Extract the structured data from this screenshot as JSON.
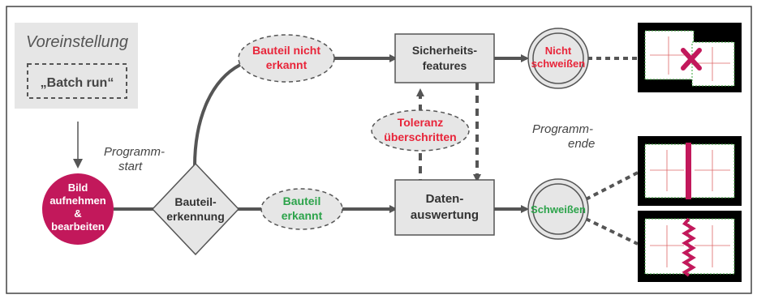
{
  "preset": {
    "title": "Voreinstellung",
    "batch_label": "„Batch run“"
  },
  "start_node": {
    "lines": [
      "Bild",
      "aufnehmen",
      "&",
      "bearbeiten"
    ]
  },
  "program_start": {
    "lines": [
      "Programm-",
      "start"
    ]
  },
  "recognition": {
    "lines": [
      "Bauteil-",
      "erkennung"
    ]
  },
  "not_recognized": {
    "lines": [
      "Bauteil nicht",
      "erkannt"
    ]
  },
  "recognized": {
    "lines": [
      "Bauteil",
      "erkannt"
    ]
  },
  "tolerance": {
    "lines": [
      "Toleranz",
      "überschritten"
    ]
  },
  "safety": {
    "lines": [
      "Sicherheits-",
      "features"
    ]
  },
  "evaluation": {
    "lines": [
      "Daten-",
      "auswertung"
    ]
  },
  "no_weld": {
    "lines": [
      "Nicht",
      "schweißen"
    ]
  },
  "weld": {
    "lines": [
      "Schweißen"
    ]
  },
  "program_end": {
    "lines": [
      "Programm-",
      "ende"
    ]
  },
  "colors": {
    "accent_red": "#e8253a",
    "accent_green": "#2ca34a",
    "start_fill": "#c2185b",
    "weld_seam": "#c2185b",
    "box_fill": "#e6e6e6",
    "line": "#555555",
    "thumb_bg": "#000000",
    "thumb_border": "#3aa63a"
  }
}
